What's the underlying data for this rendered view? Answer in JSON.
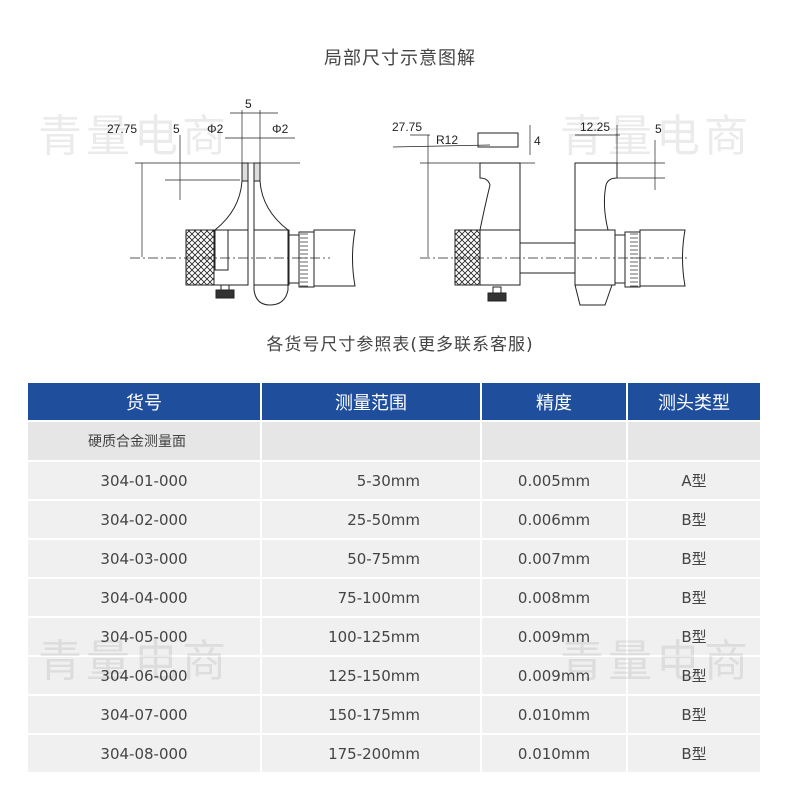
{
  "title": "局部尺寸示意图解",
  "diagram": {
    "type_a": {
      "height": "27.75",
      "tip_len": "5",
      "gap": "5",
      "phi_left": "Φ2",
      "phi_right": "Φ2"
    },
    "type_b": {
      "height": "27.75",
      "radius": "R12",
      "thickness": "4",
      "width": "12.25",
      "tip_len": "5"
    }
  },
  "table_title": "各货号尺寸参照表(更多联系客服)",
  "table": {
    "headers": [
      "货号",
      "测量范围",
      "精度",
      "测头类型"
    ],
    "section_label": "硬质合金测量面",
    "rows": [
      [
        "304-01-000",
        "5-30mm",
        "0.005mm",
        "A型"
      ],
      [
        "304-02-000",
        "25-50mm",
        "0.006mm",
        "B型"
      ],
      [
        "304-03-000",
        "50-75mm",
        "0.007mm",
        "B型"
      ],
      [
        "304-04-000",
        "75-100mm",
        "0.008mm",
        "B型"
      ],
      [
        "304-05-000",
        "100-125mm",
        "0.009mm",
        "B型"
      ],
      [
        "304-06-000",
        "125-150mm",
        "0.009mm",
        "B型"
      ],
      [
        "304-07-000",
        "150-175mm",
        "0.010mm",
        "B型"
      ],
      [
        "304-08-000",
        "175-200mm",
        "0.010mm",
        "B型"
      ]
    ]
  },
  "colors": {
    "header_bg": "#1f4e9c",
    "row_bg": "#f0f0f0"
  },
  "watermark": "青量电商"
}
